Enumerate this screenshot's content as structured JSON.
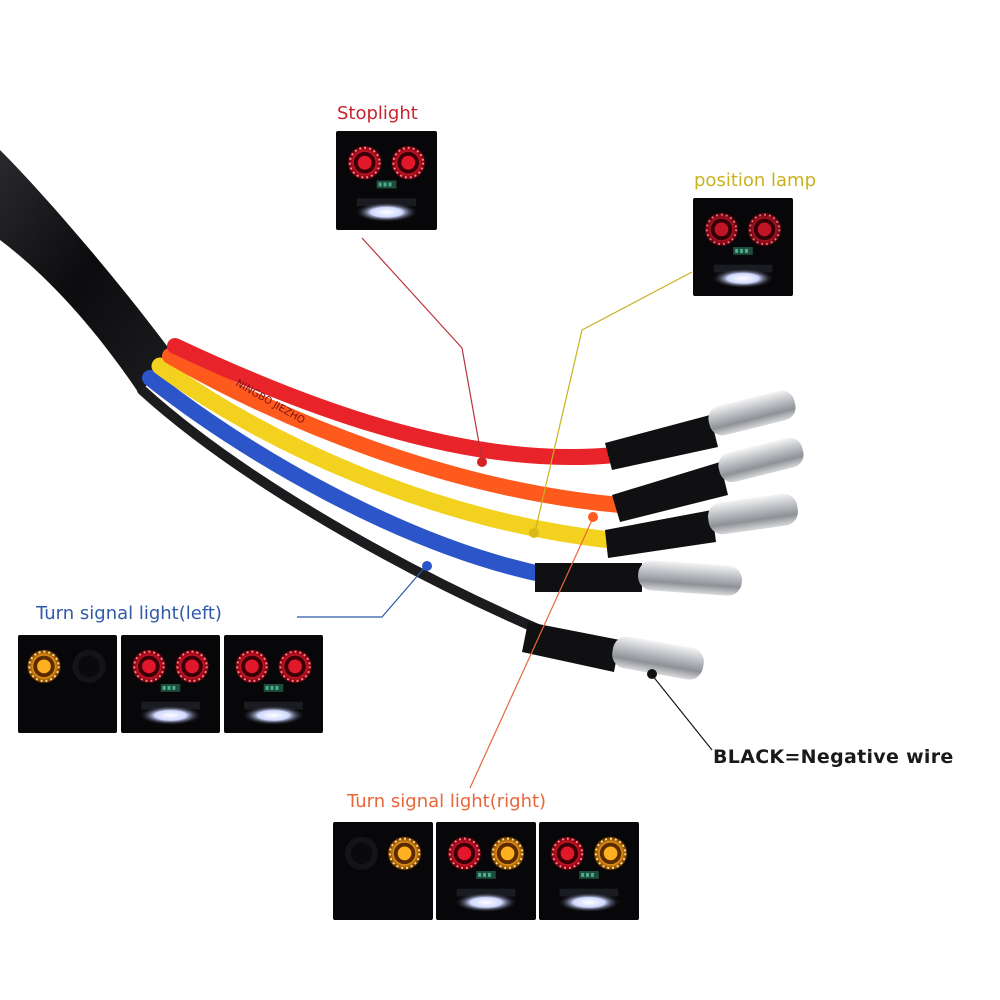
{
  "labels": {
    "stoplight": {
      "text": "Stoplight",
      "color": "#c8232c"
    },
    "position_lamp": {
      "text": "position lamp",
      "color": "#c9b21e"
    },
    "turn_left": {
      "text": "Turn signal light(left)",
      "color": "#2e5aa8"
    },
    "turn_right": {
      "text": "Turn signal light(right)",
      "color": "#e8663a"
    },
    "black_negative": {
      "text": "BLACK=Negative wire",
      "color": "#1a1a1a"
    }
  },
  "wire_print": {
    "red_wire": "NINGBO JIEZHO"
  },
  "colors": {
    "red_wire": "#e8242a",
    "orange_wire": "#ff5a1e",
    "yellow_wire": "#f2d21e",
    "blue_wire": "#2b55c8",
    "black_wire": "#1c1c1e",
    "cable_jacket": "#111114",
    "led_red": "#ff2a3a",
    "led_amber": "#ffae1a"
  }
}
